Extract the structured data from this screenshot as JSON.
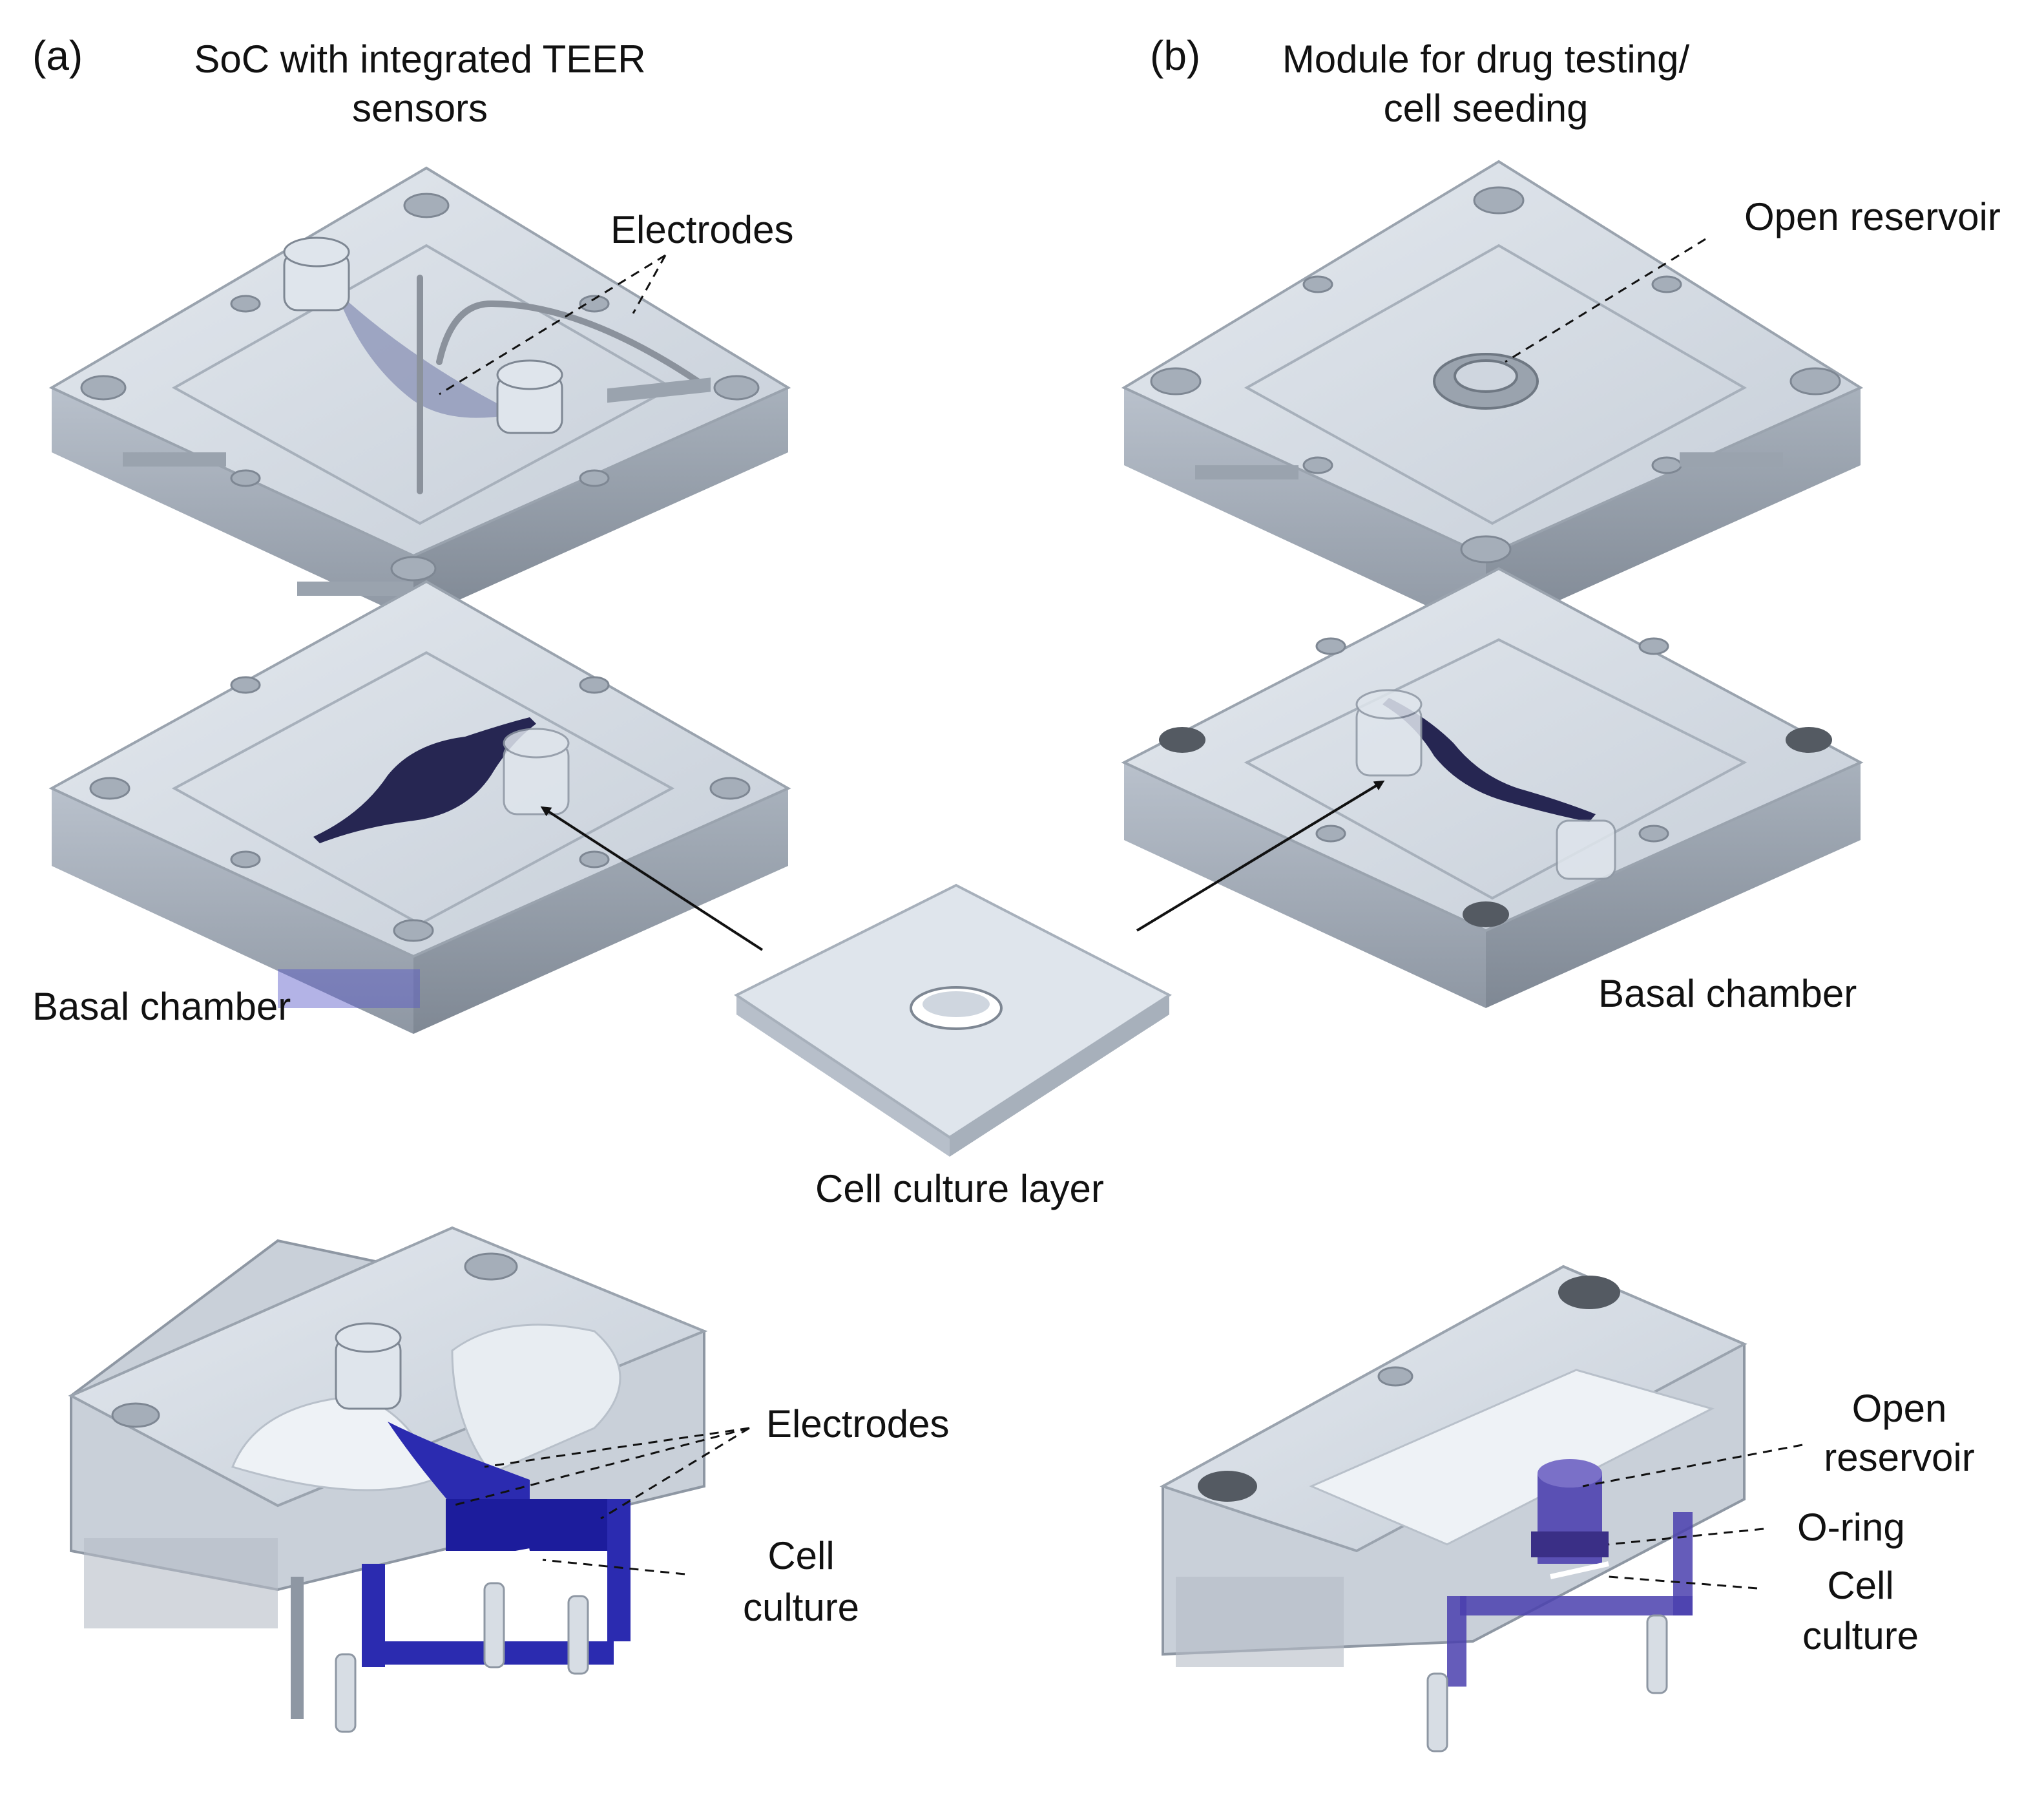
{
  "panel_a": {
    "letter": "(a)",
    "title_line1": "SoC with integrated TEER",
    "title_line2": "sensors",
    "electrodes_label": "Electrodes",
    "basal_label": "Basal chamber",
    "section_electrodes_label": "Electrodes",
    "section_cell_line1": "Cell",
    "section_cell_line2": "culture"
  },
  "panel_b": {
    "letter": "(b)",
    "title_line1": "Module for drug testing/",
    "title_line2": "cell seeding",
    "reservoir_label": "Open reservoir",
    "basal_label": "Basal chamber",
    "section_reservoir_line1": "Open",
    "section_reservoir_line2": "reservoir",
    "section_oring_label": "O-ring",
    "section_cell_line1": "Cell",
    "section_cell_line2": "culture"
  },
  "center": {
    "layer_label": "Cell culture layer"
  },
  "colors": {
    "acrylic": "#cfd6df",
    "acrylic_edge": "#8f98a4",
    "channel": "#262652",
    "section_blue": "#2b2bb0",
    "oring": "#3a2f86"
  }
}
